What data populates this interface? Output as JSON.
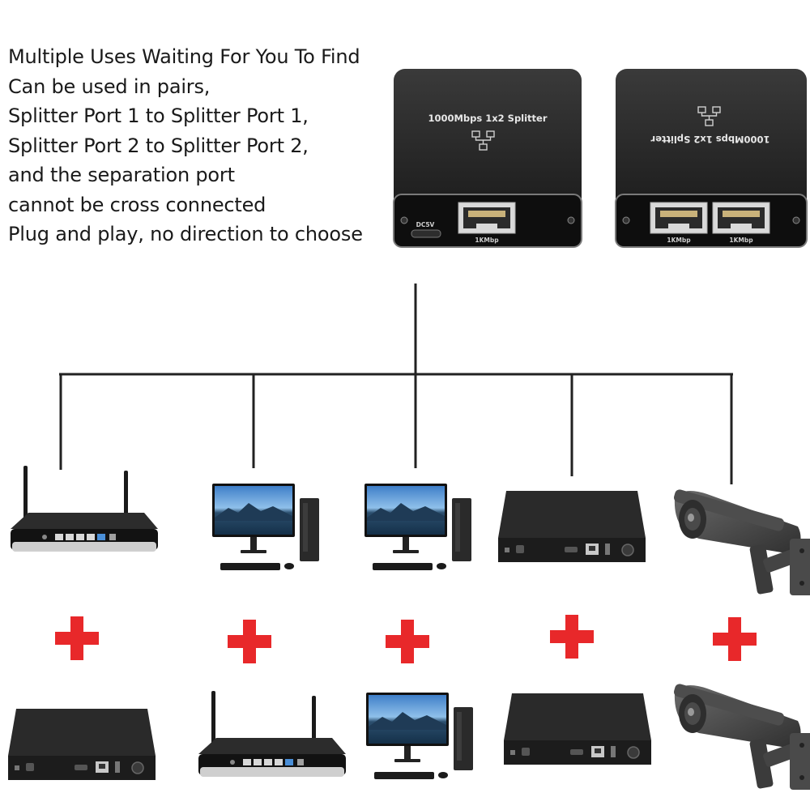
{
  "description_lines": [
    "Multiple Uses Waiting For You To Find",
    "Can be used in pairs,",
    "Splitter Port 1 to Splitter Port 1,",
    "Splitter Port 2 to Splitter Port 2,",
    "and the separation port",
    "cannot be cross connected",
    "Plug and play, no direction to choose"
  ],
  "splitter_left": {
    "title": "1000Mbps 1x2 Splitter",
    "dc_label": "DC5V",
    "port_label": "1KMbp"
  },
  "splitter_right": {
    "title": "1000Mbps 1x2 Splitter",
    "port_labels": [
      "1KMbp",
      "1KMbp"
    ]
  },
  "colors": {
    "device_body": "#2a2a2a",
    "plus_sign": "#e8282a",
    "line": "#222222"
  },
  "devices_top": [
    "router",
    "desktop-pc",
    "desktop-pc",
    "tv-box",
    "cctv-camera"
  ],
  "devices_bottom": [
    "tv-box",
    "router",
    "desktop-pc",
    "tv-box",
    "cctv-camera"
  ]
}
